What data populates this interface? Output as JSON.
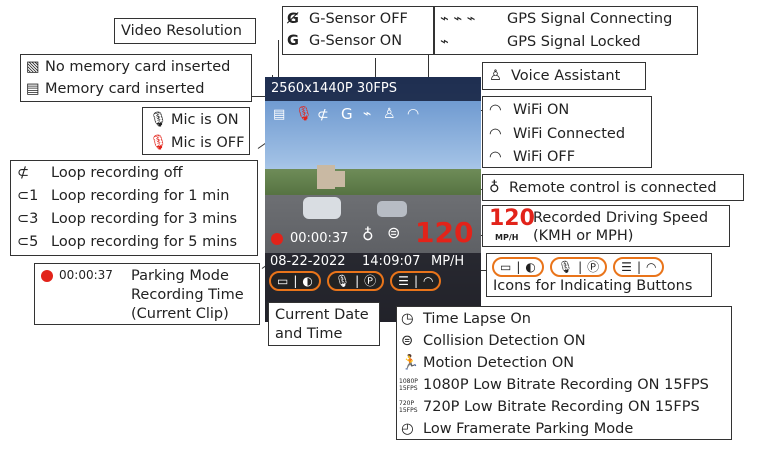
{
  "screen": {
    "resolution": "2560x1440P 30FPS",
    "rec_time": "00:00:37",
    "speed": "120",
    "date": "08-22-2022",
    "time": "14:09:07",
    "speed_unit": "MP/H"
  },
  "callouts": {
    "video_resolution": "Video Resolution",
    "gsensor_off": "G-Sensor OFF",
    "gsensor_on": "G-Sensor ON",
    "gps_connecting": "GPS Signal Connecting",
    "gps_locked": "GPS Signal Locked",
    "no_card": "No memory card inserted",
    "card_inserted": "Memory card inserted",
    "voice_assistant": "Voice Assistant",
    "mic_on": "Mic is ON",
    "mic_off": "Mic is OFF",
    "wifi_on": "WiFi ON",
    "wifi_connected": "WiFi Connected",
    "wifi_off": "WiFi OFF",
    "loop_off": "Loop recording off",
    "loop_1": "Loop recording for 1 min",
    "loop_3": "Loop recording for 3 mins",
    "loop_5": "Loop recording for 5 mins",
    "remote": "Remote control is connected",
    "speed_value": "120",
    "speed_unit_small": "MP/H",
    "speed_line1": "Recorded Driving Speed",
    "speed_line2": "(KMH or MPH)",
    "parking_time": "00:00:37",
    "parking_line1": "Parking Mode",
    "parking_line2": "Recording Time",
    "parking_line3": "(Current Clip)",
    "date_line1": "Current Date",
    "date_line2": "and Time",
    "buttons_label": "Icons for Indicating Buttons",
    "timelapse": "Time Lapse On",
    "collision": "Collision Detection ON",
    "motion": "Motion Detection ON",
    "low1080": "1080P Low Bitrate Recording ON 15FPS",
    "low720": "720P Low Bitrate Recording ON 15FPS",
    "lowfps": "Low Framerate Parking Mode"
  },
  "small_badges": {
    "p1080": "1080P",
    "p720": "720P",
    "fps": "15FPS",
    "loop1": "1",
    "loop3": "3",
    "loop5": "5"
  }
}
